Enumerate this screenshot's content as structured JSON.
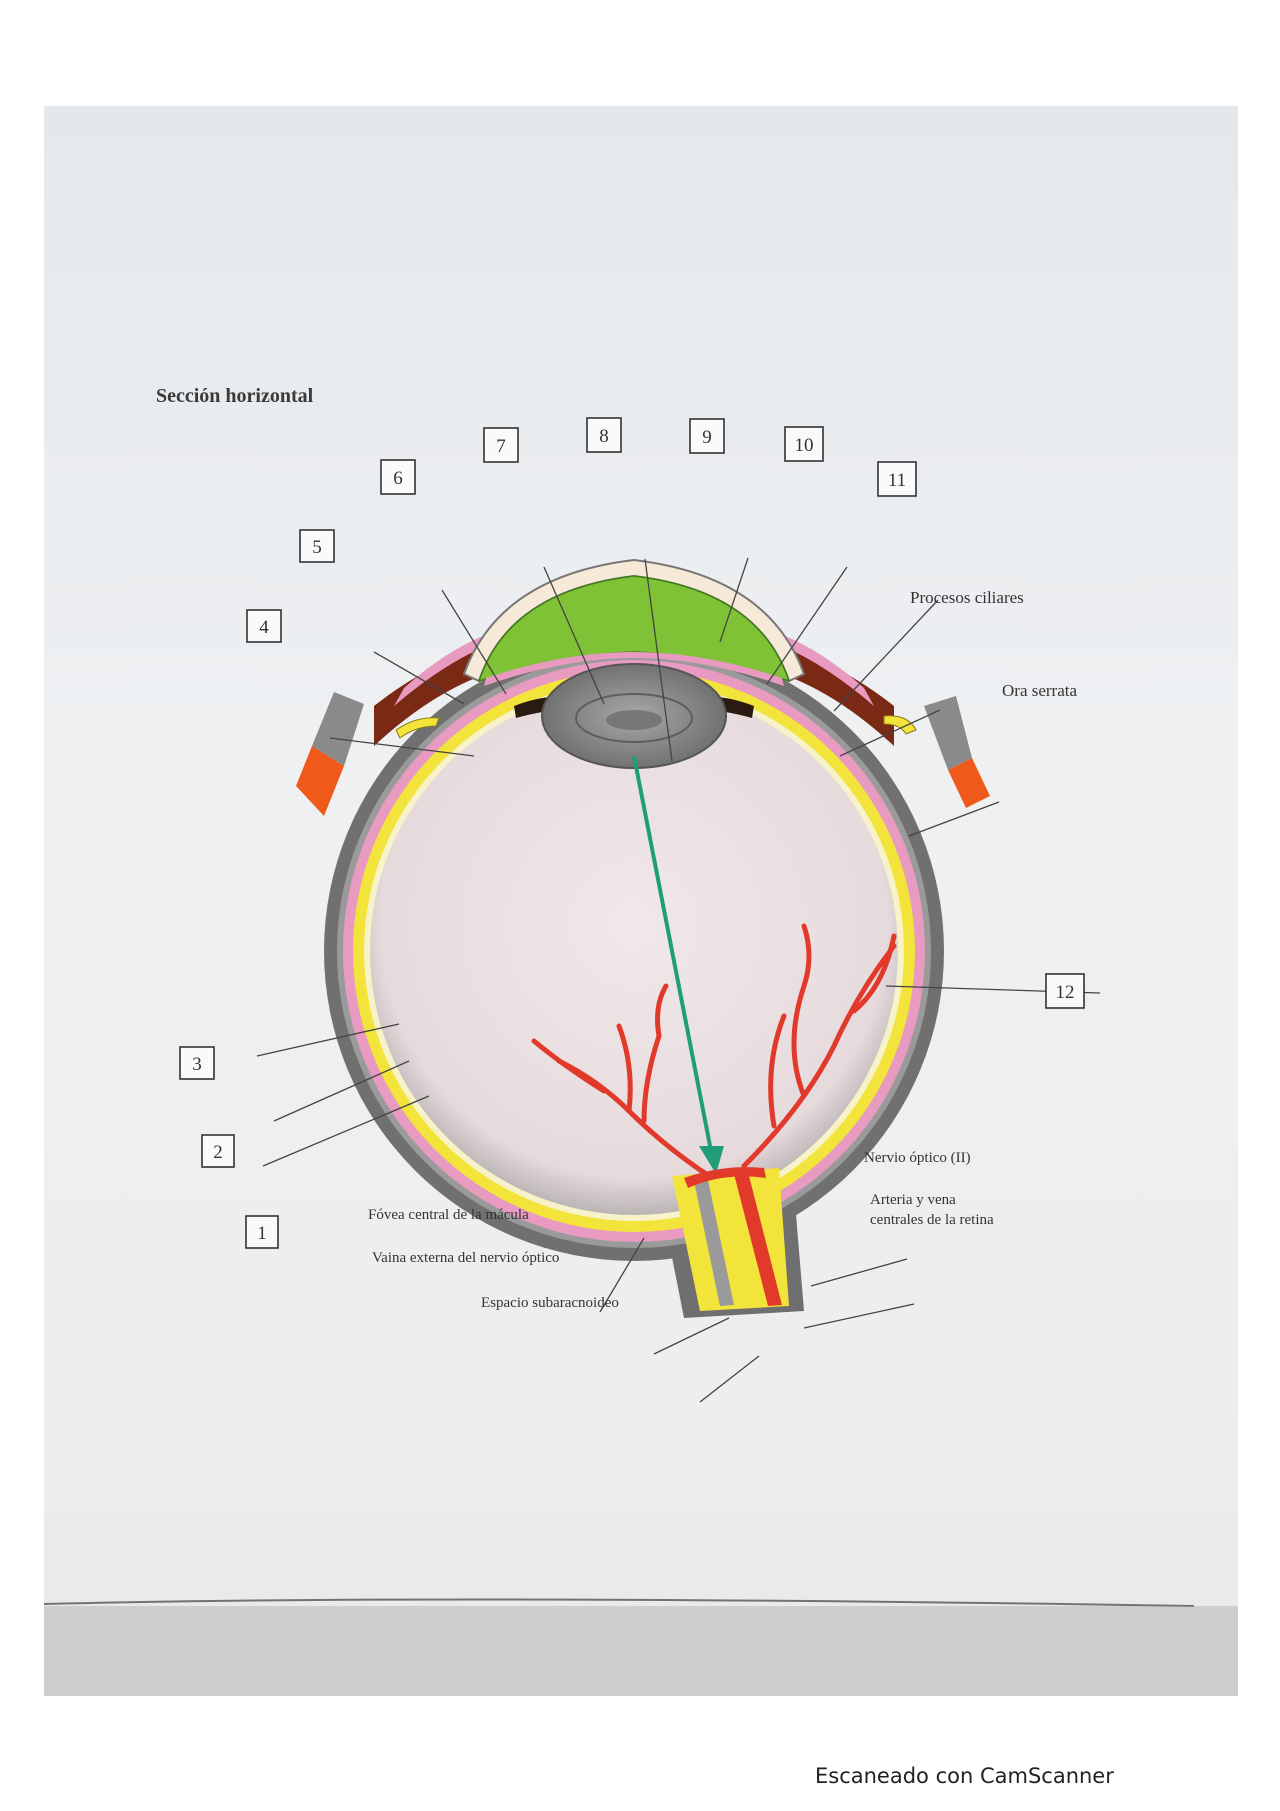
{
  "title": "Sección horizontal",
  "numbered_labels": [
    {
      "id": "1",
      "text": "1"
    },
    {
      "id": "2",
      "text": "2"
    },
    {
      "id": "3",
      "text": "3"
    },
    {
      "id": "4",
      "text": "4"
    },
    {
      "id": "5",
      "text": "5"
    },
    {
      "id": "6",
      "text": "6"
    },
    {
      "id": "7",
      "text": "7"
    },
    {
      "id": "8",
      "text": "8"
    },
    {
      "id": "9",
      "text": "9"
    },
    {
      "id": "10",
      "text": "10"
    },
    {
      "id": "11",
      "text": "11"
    },
    {
      "id": "12",
      "text": "12"
    }
  ],
  "text_labels": {
    "ciliary_processes": "Procesos ciliares",
    "ora_serrata": "Ora serrata",
    "optic_nerve": "Nervio óptico (II)",
    "central_vessels_line1": "Arteria y vena",
    "central_vessels_line2": "centrales de la retina",
    "fovea": "Fóvea central de la mácula",
    "outer_sheath": "Vaina externa del nervio óptico",
    "subarachnoid": "Espacio subaracnoideo"
  },
  "colors": {
    "sclera": "#6f6f6f",
    "choroid": "#e89ac0",
    "retina": "#f2e43a",
    "vitreous": "#efe4e6",
    "lens": "#8c8c8c",
    "aqueous": "#7fc236",
    "cornea": "#f6e9d8",
    "iris_ciliary": "#7a2a14",
    "vessels": "#e23a2a",
    "hyaloid": "#1f9e78",
    "muscle": "#ef5a1a"
  },
  "footer": "Escaneado con CamScanner"
}
